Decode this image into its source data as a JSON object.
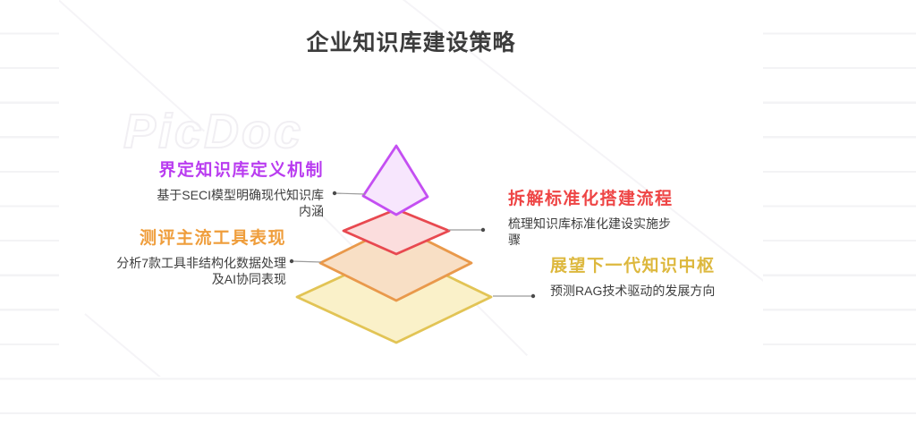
{
  "page": {
    "title": "企业知识库建设策略",
    "title_color": "#3c3c3c",
    "watermark": "PicDoc",
    "body_text_color": "#3e3e3e"
  },
  "pyramid": {
    "layers": [
      {
        "position": "top",
        "stroke": "#c44ff2",
        "fill": "#f7e6fd"
      },
      {
        "position": "second",
        "stroke": "#e84950",
        "fill": "#fbdddd"
      },
      {
        "position": "third",
        "stroke": "#e9994b",
        "fill": "#f8dfc5"
      },
      {
        "position": "bottom",
        "stroke": "#e2c455",
        "fill": "#faf1c9"
      }
    ]
  },
  "connector": {
    "line_color": "#9b9b9b",
    "dot_color": "#4a4a4a"
  },
  "labels": [
    {
      "side": "left",
      "title": "界定知识库定义机制",
      "color": "#b93cf0",
      "desc_lines": [
        "基于SECI模型明确现代知识库",
        "内涵"
      ]
    },
    {
      "side": "left",
      "title": "测评主流工具表现",
      "color": "#ef9d3b",
      "desc_lines": [
        "分析7款工具非结构化数据处理",
        "及AI协同表现"
      ]
    },
    {
      "side": "right",
      "title": "拆解标准化搭建流程",
      "color": "#ee4545",
      "desc_lines": [
        "梳理知识库标准化建设实施步",
        "骤"
      ]
    },
    {
      "side": "right",
      "title": "展望下一代知识中枢",
      "color": "#ddb83e",
      "desc_lines": [
        "预测RAG技术驱动的发展方向"
      ]
    }
  ]
}
